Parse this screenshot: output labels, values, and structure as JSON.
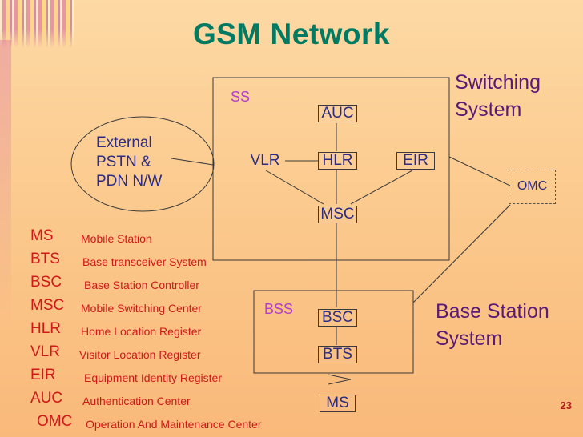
{
  "title": "GSM Network",
  "diagram": {
    "ss_label": "SS",
    "bss_label": "BSS",
    "nodes": {
      "auc": "AUC",
      "vlr": "VLR",
      "hlr": "HLR",
      "eir": "EIR",
      "msc": "MSC",
      "bsc": "BSC",
      "bts": "BTS",
      "ms": "MS",
      "omc": "OMC"
    },
    "external": [
      "External",
      "PSTN &",
      "PDN  N/W"
    ],
    "switching_system": [
      "Switching",
      "System"
    ],
    "base_station_system": [
      "Base Station",
      "System"
    ]
  },
  "legend": [
    {
      "abbr": "MS",
      "full": "Mobile Station"
    },
    {
      "abbr": "BTS",
      "full": "Base transceiver System"
    },
    {
      "abbr": "BSC",
      "full": "Base Station Controller"
    },
    {
      "abbr": "MSC",
      "full": "Mobile Switching Center"
    },
    {
      "abbr": "HLR",
      "full": "Home Location Register"
    },
    {
      "abbr": "VLR",
      "full": "Visitor Location Register"
    },
    {
      "abbr": "EIR",
      "full": "Equipment Identity Register"
    },
    {
      "abbr": "AUC",
      "full": "Authentication Center"
    },
    {
      "abbr": "OMC",
      "full": "Operation And Maintenance Center"
    }
  ],
  "page_number": "23",
  "colors": {
    "title": "#007a63",
    "node_text": "#2c2c82",
    "subsystem_label": "#b23ec9",
    "legend_text": "#d01919",
    "big_label": "#5a1a78"
  }
}
